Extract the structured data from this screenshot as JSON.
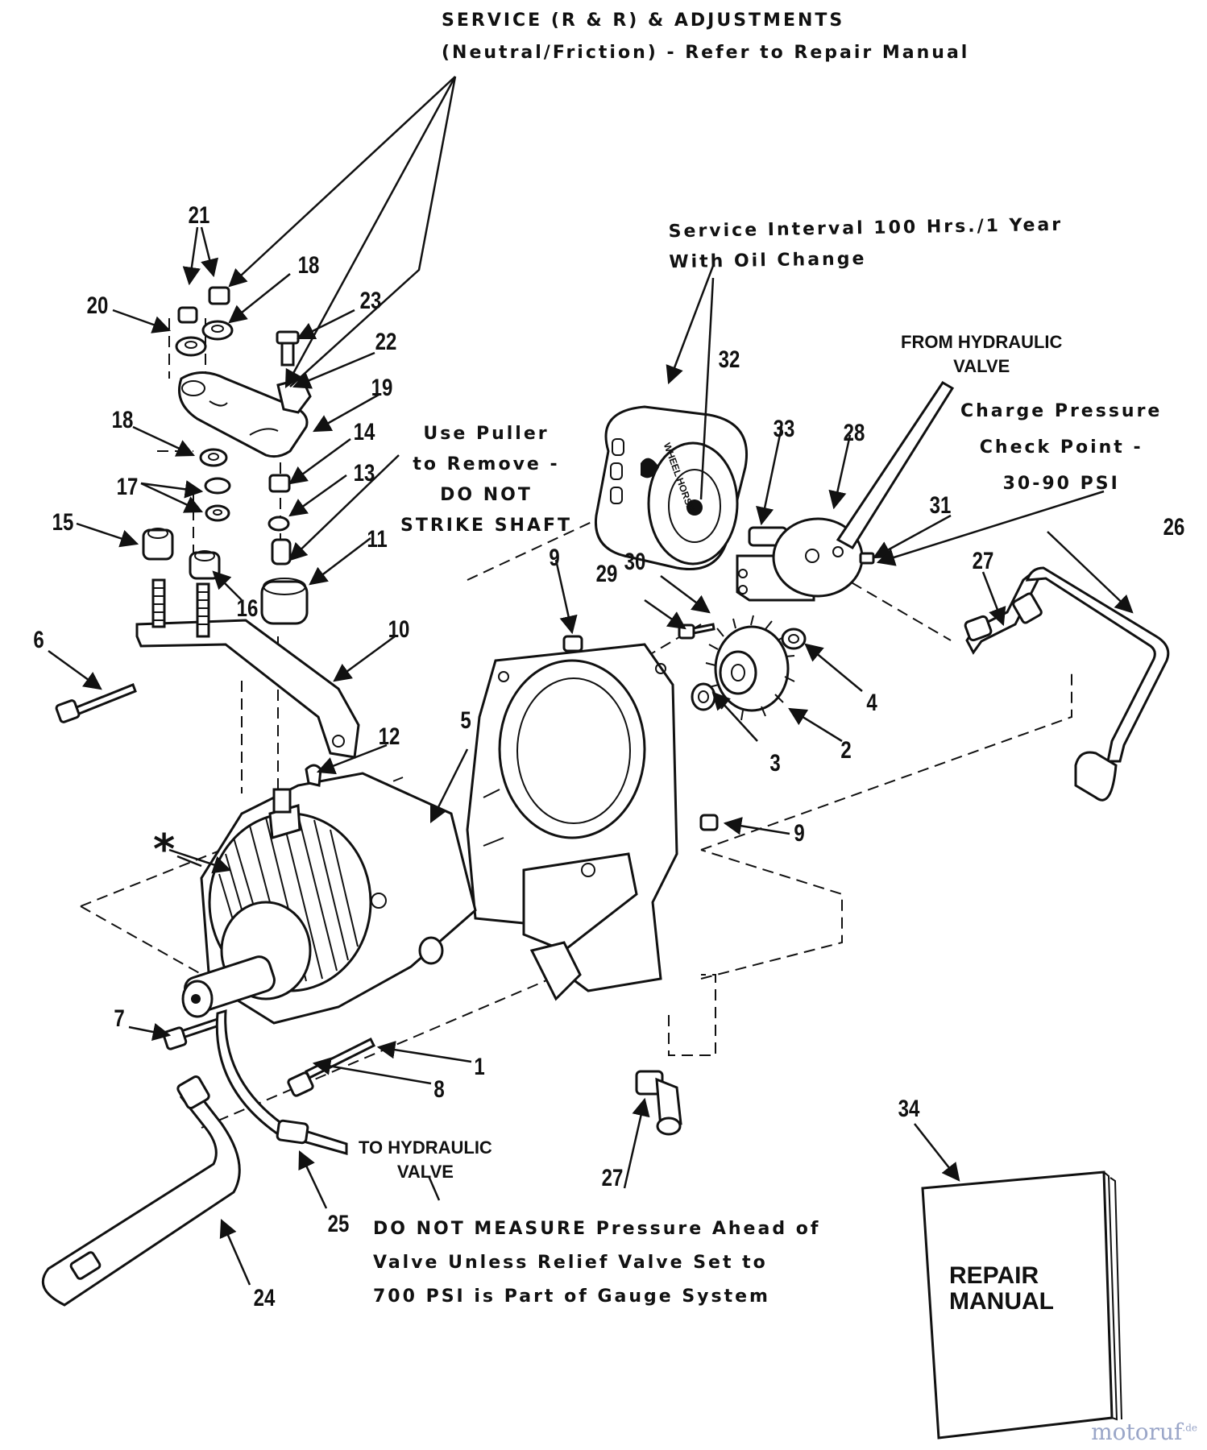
{
  "notes": {
    "service_adjust": [
      "SERVICE (R & R) & ADJUSTMENTS",
      "(Neutral/Friction) - Refer to Repair Manual"
    ],
    "service_interval": [
      "Service Interval 100 Hrs./1 Year",
      "With Oil Change"
    ],
    "use_puller": [
      "Use Puller",
      "to Remove -",
      "DO NOT",
      "STRIKE SHAFT"
    ],
    "charge_pressure": [
      "Charge Pressure",
      "Check Point -",
      "30-90 PSI"
    ],
    "do_not_measure": [
      "DO NOT MEASURE Pressure Ahead of",
      "Valve Unless Relief Valve Set to",
      "700 PSI is Part of Gauge System"
    ]
  },
  "captions": {
    "from_hydraulic_valve": [
      "FROM HYDRAULIC",
      "VALVE"
    ],
    "to_hydraulic_valve": [
      "TO HYDRAULIC",
      "VALVE"
    ]
  },
  "filter_brand": "WHEEL HORSE",
  "repair_manual": [
    "REPAIR",
    "MANUAL"
  ],
  "asterisk": "*",
  "watermark": {
    "text": "motoruf",
    "suffix": ".de"
  },
  "part_numbers": [
    "1",
    "2",
    "3",
    "4",
    "5",
    "6",
    "7",
    "8",
    "9",
    "9",
    "10",
    "11",
    "12",
    "13",
    "14",
    "15",
    "16",
    "17",
    "18",
    "18",
    "19",
    "20",
    "21",
    "22",
    "23",
    "24",
    "25",
    "26",
    "27",
    "27",
    "28",
    "29",
    "30",
    "31",
    "32",
    "33",
    "34"
  ]
}
